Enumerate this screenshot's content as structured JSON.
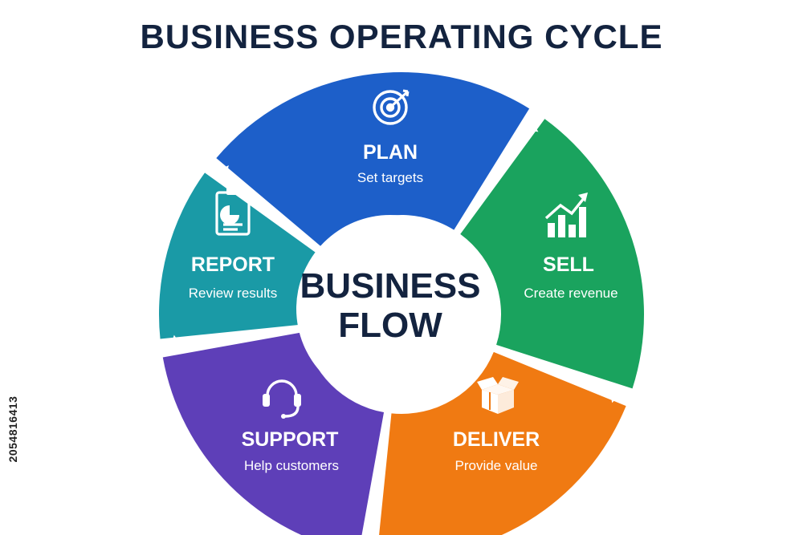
{
  "title": "BUSINESS OPERATING CYCLE",
  "center": {
    "line1": "BUSINESS",
    "line2": "FLOW"
  },
  "segments": [
    {
      "key": "plan",
      "title": "PLAN",
      "subtitle": "Set targets",
      "icon": "target-icon",
      "color": "#1d5fc9"
    },
    {
      "key": "sell",
      "title": "SELL",
      "subtitle": "Create revenue",
      "icon": "growth-chart-icon",
      "color": "#1aa35e"
    },
    {
      "key": "deliver",
      "title": "DELIVER",
      "subtitle": "Provide value",
      "icon": "package-box-icon",
      "color": "#f07a12"
    },
    {
      "key": "support",
      "title": "SUPPORT",
      "subtitle": "Help customers",
      "icon": "headset-icon",
      "color": "#5e3fb8"
    },
    {
      "key": "report",
      "title": "REPORT",
      "subtitle": "Review results",
      "icon": "clipboard-report-icon",
      "color": "#1a9aa6"
    }
  ],
  "side_text": "2054816413"
}
